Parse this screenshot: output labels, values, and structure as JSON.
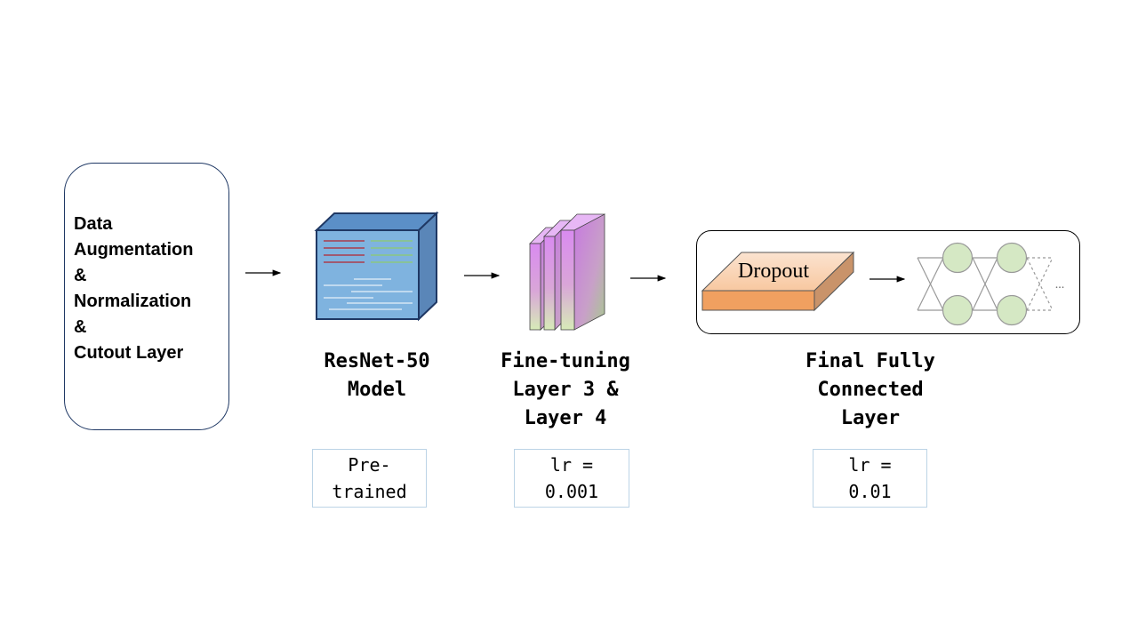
{
  "input_stage": {
    "lines": [
      "Data",
      "Augmentation",
      "&",
      "Normalization",
      "&",
      "Cutout Layer"
    ]
  },
  "resnet_stage": {
    "title_lines": [
      "ResNet-50",
      "Model"
    ],
    "param_lines": [
      "Pre-",
      "trained"
    ]
  },
  "finetune_stage": {
    "title_lines": [
      "Fine-tuning",
      "Layer 3 &",
      "Layer 4"
    ],
    "param_lines": [
      "lr =",
      "0.001"
    ]
  },
  "fc_stage": {
    "title_lines": [
      "Final Fully",
      "Connected",
      "Layer"
    ],
    "param_lines": [
      "lr =",
      "0.01"
    ],
    "dropout_label": "Dropout",
    "ellipsis": "..."
  },
  "colors": {
    "box_border": "#1f3864",
    "cube_face": "#7fb3df",
    "cube_border": "#1f3864",
    "dropout_fill": "#f4b183",
    "dropout_front": "#f0a060",
    "node_fill": "#d5e8c4",
    "param_border": "#bcd4e6"
  }
}
